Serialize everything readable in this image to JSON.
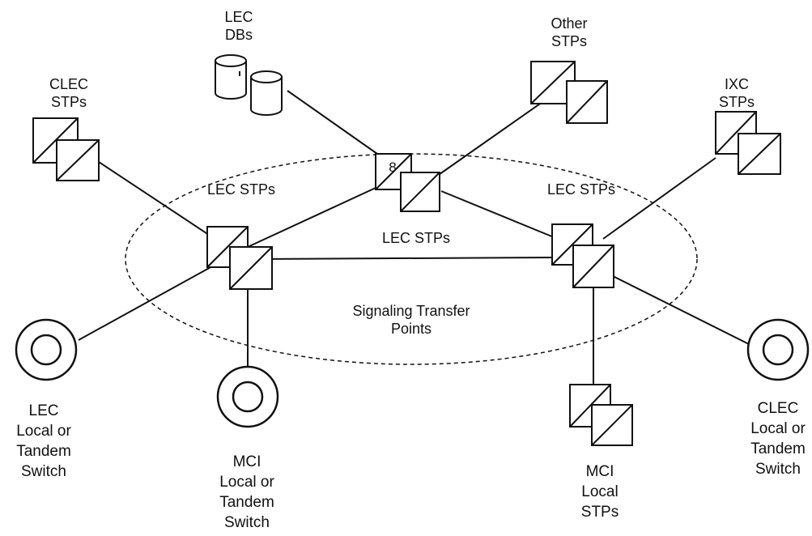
{
  "diagram": {
    "labels": {
      "lec_dbs": "LEC\nDBs",
      "other_stps": "Other\nSTPs",
      "clec_stps": "CLEC\nSTPs",
      "ixc_stps": "IXC\nSTPs",
      "lec_stps_left": "LEC STPs",
      "lec_stps_right": "LEC STPs",
      "lec_stps_center": "LEC STPs",
      "signaling_transfer_points": "Signaling Transfer\nPoints",
      "lec_switch": "LEC\nLocal or\nTandem\nSwitch",
      "mci_switch": "MCI\nLocal or\nTandem\nSwitch",
      "mci_local_stps": "MCI\nLocal\nSTPs",
      "clec_switch": "CLEC\nLocal or\nTandem\nSwitch",
      "center_stp_mark": "8"
    },
    "colors": {
      "line": "#111111",
      "background": "#ffffff"
    }
  }
}
